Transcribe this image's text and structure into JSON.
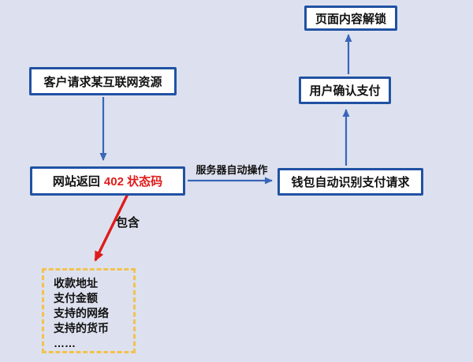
{
  "colors": {
    "background": "#dde1ef",
    "box_border": "#2152a3",
    "arrow_blue": "#3a66b8",
    "arrow_red": "#e01b1b",
    "dashed_border": "#f2c24e",
    "highlight_text": "#e01b1b",
    "text_color": "#111111"
  },
  "diagram": {
    "nodes": {
      "client_request": {
        "label": "客户请求某互联网资源"
      },
      "site_returns": {
        "label_prefix": "网站返回",
        "label_highlight": "402 状态码"
      },
      "wallet_detect": {
        "label": "钱包自动识别支付请求"
      },
      "user_confirm": {
        "label": "用户确认支付"
      },
      "page_unlock": {
        "label": "页面内容解锁"
      },
      "payment_details": {
        "lines": [
          "收款地址",
          "支付金额",
          "支持的网络",
          "支持的货币",
          "……"
        ]
      }
    },
    "edge_labels": {
      "server_auto": "服务器自动操作",
      "contains": "包含"
    }
  }
}
